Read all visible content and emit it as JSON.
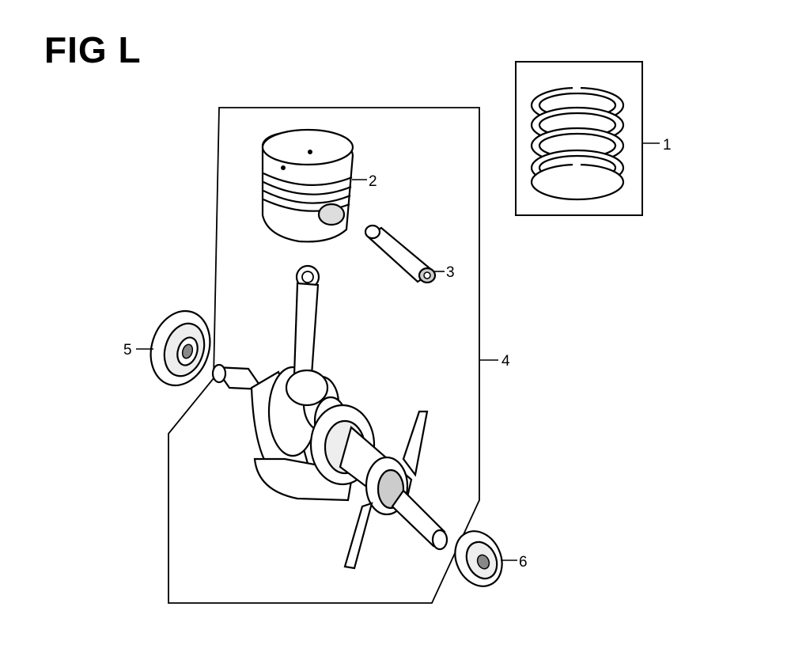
{
  "figure": {
    "title": "FIG L"
  },
  "callouts": [
    {
      "number": "1",
      "part": "piston-ring-set"
    },
    {
      "number": "2",
      "part": "piston"
    },
    {
      "number": "3",
      "part": "piston-pin"
    },
    {
      "number": "4",
      "part": "crankshaft-assembly"
    },
    {
      "number": "5",
      "part": "oil-seal"
    },
    {
      "number": "6",
      "part": "oil-seal"
    }
  ]
}
